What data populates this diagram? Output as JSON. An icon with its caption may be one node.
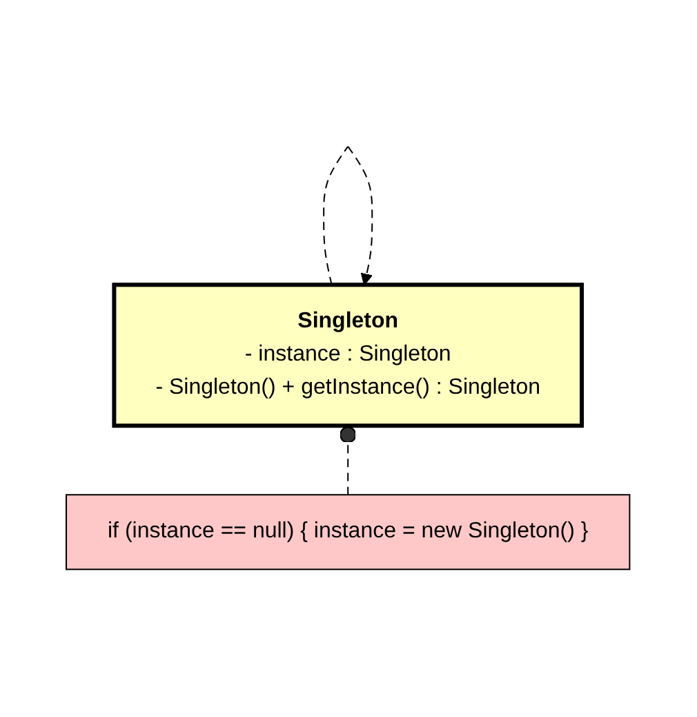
{
  "diagram": {
    "nodes": [
      {
        "text": [
          "Singleton",
          "- instance : Singleton",
          "- Singleton() + getInstance() : Singleton"
        ]
      },
      {
        "text": [
          "if (instance == null) { instance = new Singleton() }"
        ]
      }
    ],
    "edges": [
      {
        "from": 0,
        "to": 0,
        "arrow": "to",
        "style": "dashed"
      },
      {
        "from": 0,
        "to": 1,
        "arrow": "other",
        "style": "dashed"
      }
    ]
  }
}
